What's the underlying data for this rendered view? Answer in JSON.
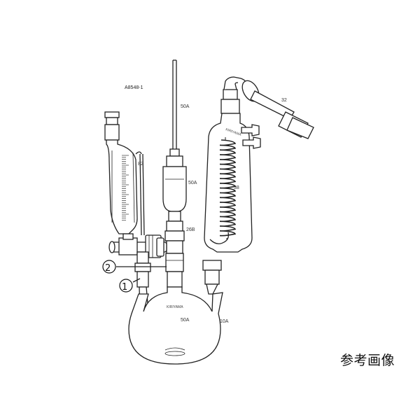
{
  "labels": {
    "part_number": "A8548-1",
    "thermometer_joint_top": "50A",
    "adapter_upper": "50A",
    "adapter_lower": "26B",
    "funnel_size": "82",
    "condenser": "38",
    "bend": "32",
    "flask_center": "50A",
    "flask_side": "10A",
    "callout_1": "①",
    "callout_2": "②",
    "flask_brand": "KIRIYAMA",
    "reference_note": "参考画像"
  }
}
